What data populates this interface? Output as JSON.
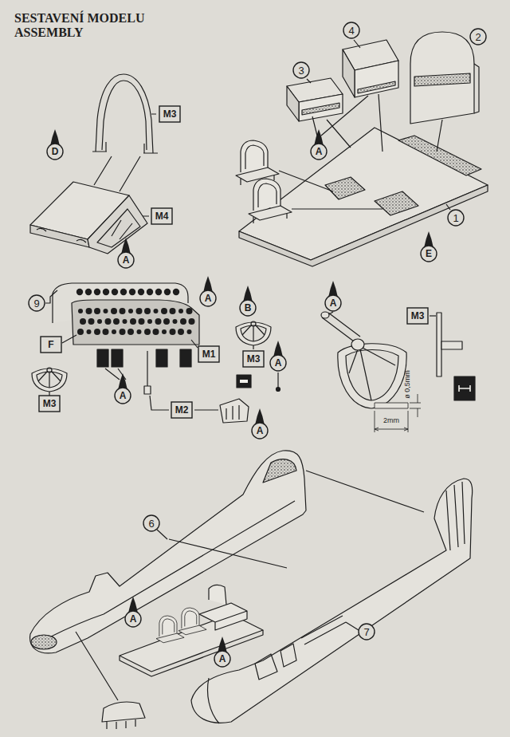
{
  "diagram": {
    "title": "SESTAVENÍ MODELU ASSEMBLY",
    "labels": [
      "D",
      "M3",
      "M4",
      "A",
      "4",
      "2",
      "3",
      "A",
      "1",
      "E",
      "9",
      "A",
      "B",
      "F",
      "M1",
      "M3",
      "A",
      "A",
      "M3",
      "M2",
      "A",
      "A",
      "M3",
      "ø 0,5mm",
      "2mm",
      "6",
      "A",
      "A",
      "7"
    ]
  }
}
